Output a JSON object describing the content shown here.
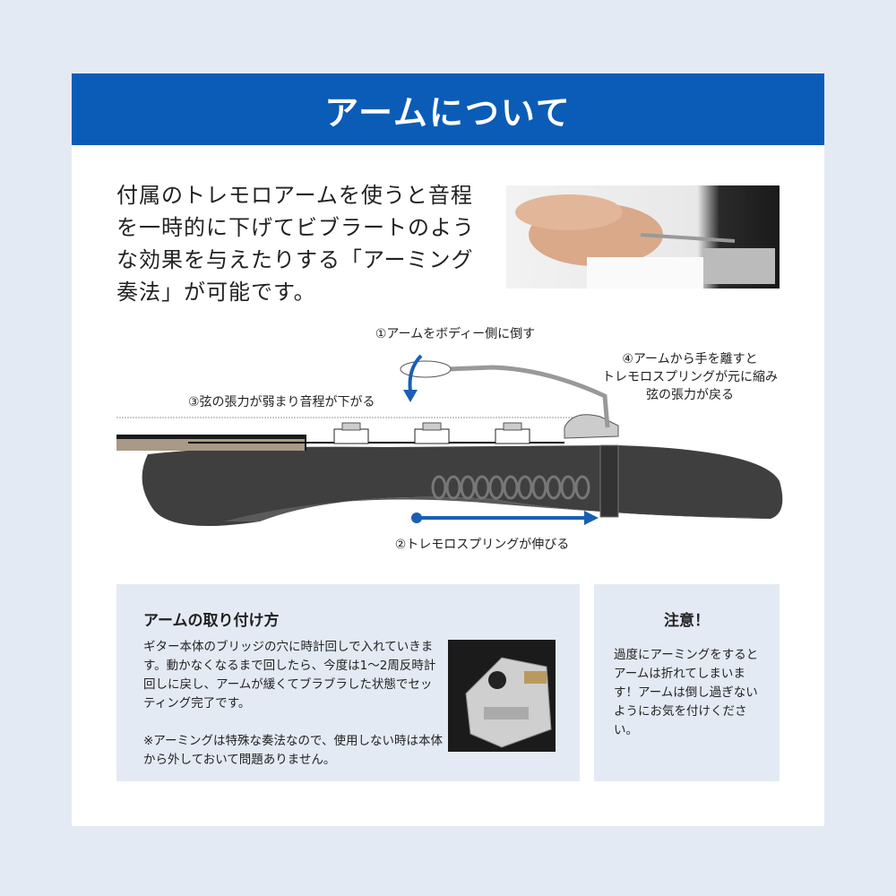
{
  "header": {
    "title": "アームについて"
  },
  "intro": {
    "text": "付属のトレモロアームを使うと音程を一時的に下げてビブラートのような効果を与えたりする「アーミング奏法」が可能です。"
  },
  "diagram": {
    "step1": "①アームをボディー側に倒す",
    "step2": "②トレモロスプリングが伸びる",
    "step3": "③弦の張力が弱まり音程が下がる",
    "step4_line1": "④アームから手を離すと",
    "step4_line2": "トレモロスプリングが元に縮み",
    "step4_line3": "弦の張力が戻る",
    "accent_color": "#1a5fb4"
  },
  "install": {
    "title": "アームの取り付け方",
    "text1": "ギター本体のブリッジの穴に時計回しで入れていきます。動かなくなるまで回したら、今度は1〜2周反時計回しに戻し、アームが緩くてブラブラした状態でセッティング完了です。",
    "text2": "※アーミングは特殊な奏法なので、使用しない時は本体から外しておいて問題ありません。"
  },
  "caution": {
    "title": "注意！",
    "text": "過度にアーミングをするとアームは折れてしまいます！アームは倒し過ぎないようにお気を付けください。"
  }
}
